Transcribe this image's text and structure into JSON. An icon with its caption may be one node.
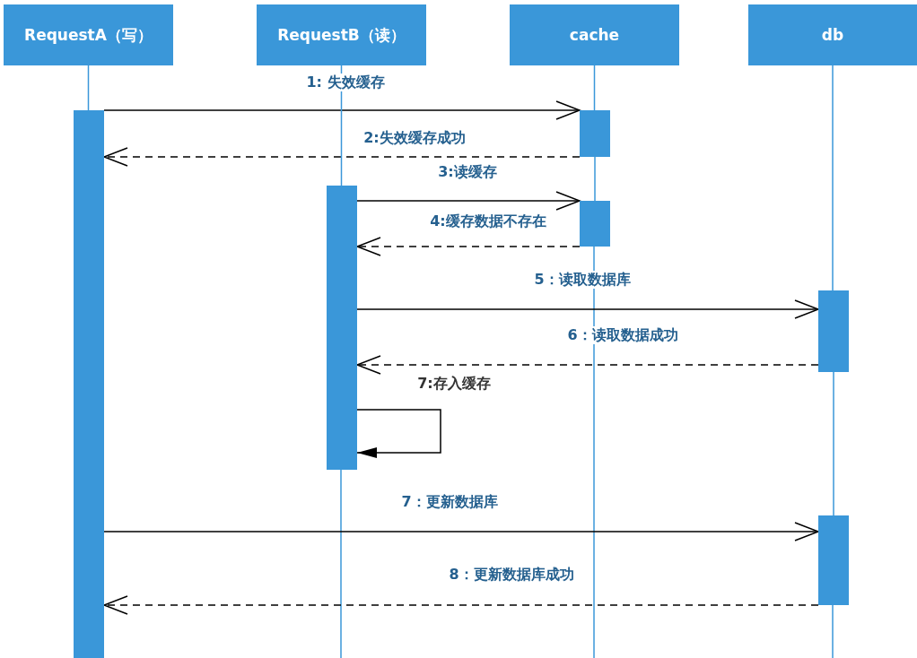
{
  "diagram": {
    "nodes": [
      {
        "text": [
          "RequestA（写）"
        ]
      },
      {
        "text": [
          "RequestB（读）"
        ]
      },
      {
        "text": [
          "cache"
        ]
      },
      {
        "text": [
          "db"
        ]
      },
      {
        "text": [],
        "shape": "bar"
      },
      {
        "text": [],
        "shape": "bar"
      },
      {
        "text": [],
        "shape": "bar"
      },
      {
        "text": [],
        "shape": "bar"
      },
      {
        "text": [],
        "shape": "bar"
      },
      {
        "text": [],
        "shape": "bar"
      }
    ],
    "edges": [
      {
        "from": 4,
        "to": 5,
        "arrow": "to",
        "label": "1: 失效缓存"
      },
      {
        "from": 5,
        "to": 4,
        "arrow": "to",
        "label": "2:失效缓存成功",
        "style": "dashed"
      },
      {
        "from": 6,
        "to": 7,
        "arrow": "to",
        "label": "3:读缓存"
      },
      {
        "from": 7,
        "to": 6,
        "arrow": "to",
        "label": "4:缓存数据不存在",
        "style": "dashed"
      },
      {
        "from": 6,
        "to": 8,
        "arrow": "to",
        "label": "5：读取数据库"
      },
      {
        "from": 8,
        "to": 6,
        "arrow": "to",
        "label": "6：读取数据成功",
        "style": "dashed"
      },
      {
        "from": 6,
        "to": 6,
        "arrow": "to",
        "label": "7:存入缓存"
      },
      {
        "from": 4,
        "to": 9,
        "arrow": "to",
        "label": "7：更新数据库"
      },
      {
        "from": 9,
        "to": 4,
        "arrow": "to",
        "label": "8：更新数据库成功",
        "style": "dashed"
      },
      {
        "from": 0,
        "to": 4,
        "arrow": "none",
        "color": "#3a97d9"
      },
      {
        "from": 1,
        "to": 6,
        "arrow": "none",
        "color": "#3a97d9"
      },
      {
        "from": 2,
        "to": 5,
        "arrow": "none",
        "color": "#3a97d9"
      },
      {
        "from": 5,
        "to": 7,
        "arrow": "none",
        "color": "#3a97d9"
      },
      {
        "from": 3,
        "to": 8,
        "arrow": "none",
        "color": "#3a97d9"
      },
      {
        "from": 8,
        "to": 9,
        "arrow": "none",
        "color": "#3a97d9"
      }
    ]
  }
}
